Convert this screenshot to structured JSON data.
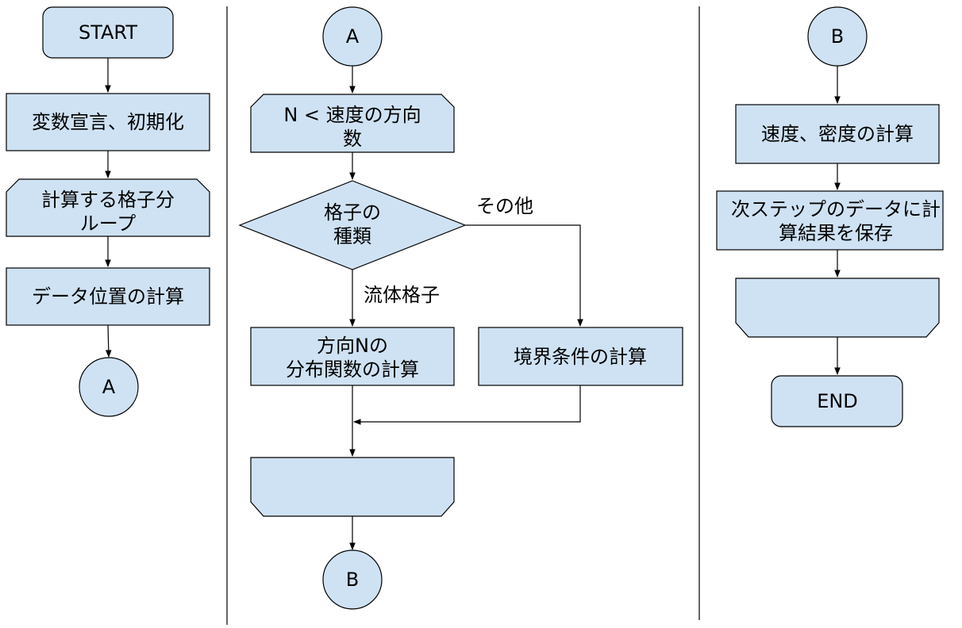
{
  "colors": {
    "node_fill": "#cfe2f3",
    "stroke": "#000000",
    "background": "#ffffff"
  },
  "left": {
    "start": "START",
    "init": "変数宣言、初期化",
    "cell_loop_line1": "計算する格子分",
    "cell_loop_line2": "ループ",
    "data_pos": "データ位置の計算",
    "connector_a": "A"
  },
  "middle": {
    "connector_a": "A",
    "dir_loop_line1": "N < 速度の方向",
    "dir_loop_line2": "数",
    "decision_line1": "格子の",
    "decision_line2": "種類",
    "label_other": "その他",
    "label_fluid": "流体格子",
    "dist_line1": "方向Nの",
    "dist_line2": "分布関数の計算",
    "boundary": "境界条件の計算",
    "loop_end": "",
    "connector_b": "B"
  },
  "right": {
    "connector_b": "B",
    "velocity": "速度、密度の計算",
    "save_line1": "次ステップのデータに計",
    "save_line2": "算結果を保存",
    "loop_end": "",
    "end": "END"
  }
}
